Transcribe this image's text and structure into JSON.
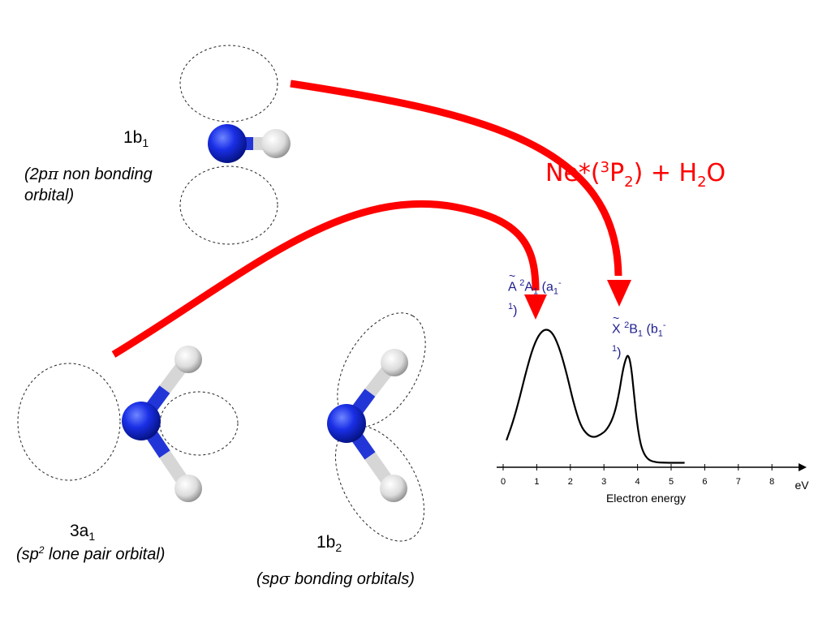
{
  "colors": {
    "arrow": "#ff0000",
    "nitrogen": "#0b1fd6",
    "hydrogen": "#e6e6e6",
    "state_label": "#1f1f8f",
    "curve": "#000000"
  },
  "orbitals": {
    "b1": {
      "name": "1b",
      "sub": "1",
      "desc_pre": "(2p",
      "desc_greek": "π",
      "desc_post": " non bonding",
      "desc_line2": "orbital)"
    },
    "a1": {
      "name": "3a",
      "sub": "1",
      "desc_pre": "(sp",
      "desc_sup": "2",
      "desc_post": " lone pair orbital)"
    },
    "b2": {
      "name": "1b",
      "sub": "2",
      "desc_pre": "(sp",
      "desc_greek": "σ",
      "desc_post": " bonding orbitals)"
    }
  },
  "reaction": {
    "p1": "Ne*(",
    "sup": "3",
    "p2": "P",
    "sub1": "2",
    "p3": ") + H",
    "sub2": "2",
    "p4": "O"
  },
  "states": {
    "A": {
      "tilde": "~",
      "letter": "A",
      "sup": "2",
      "sym": "A",
      "symsub": "1",
      "occ": "(a",
      "occsub": "1",
      "occsup": "-",
      "line2sup": "1",
      "line2": ")"
    },
    "X": {
      "tilde": "~",
      "letter": "X",
      "sup": "2",
      "sym": "B",
      "symsub": "1",
      "occ": "(b",
      "occsub": "1",
      "occsup": "-",
      "line2sup": "1",
      "line2": ")"
    }
  },
  "chart_data": {
    "type": "line",
    "xlabel": "Electron energy",
    "unit": "eV",
    "ticks": [
      "0",
      "1",
      "2",
      "3",
      "4",
      "5",
      "6",
      "7",
      "8"
    ],
    "xlim": [
      0,
      9
    ],
    "spectrum": [
      [
        0.1,
        0.18
      ],
      [
        0.3,
        0.32
      ],
      [
        0.5,
        0.5
      ],
      [
        0.7,
        0.7
      ],
      [
        0.9,
        0.87
      ],
      [
        1.1,
        0.97
      ],
      [
        1.3,
        1.0
      ],
      [
        1.5,
        0.96
      ],
      [
        1.7,
        0.84
      ],
      [
        1.9,
        0.66
      ],
      [
        2.1,
        0.45
      ],
      [
        2.3,
        0.29
      ],
      [
        2.5,
        0.22
      ],
      [
        2.7,
        0.2
      ],
      [
        2.9,
        0.22
      ],
      [
        3.1,
        0.26
      ],
      [
        3.3,
        0.36
      ],
      [
        3.45,
        0.52
      ],
      [
        3.55,
        0.68
      ],
      [
        3.65,
        0.78
      ],
      [
        3.72,
        0.81
      ],
      [
        3.8,
        0.74
      ],
      [
        3.88,
        0.56
      ],
      [
        3.96,
        0.36
      ],
      [
        4.05,
        0.2
      ],
      [
        4.15,
        0.1
      ],
      [
        4.3,
        0.04
      ],
      [
        4.5,
        0.02
      ],
      [
        4.8,
        0.015
      ],
      [
        5.4,
        0.015
      ]
    ]
  }
}
